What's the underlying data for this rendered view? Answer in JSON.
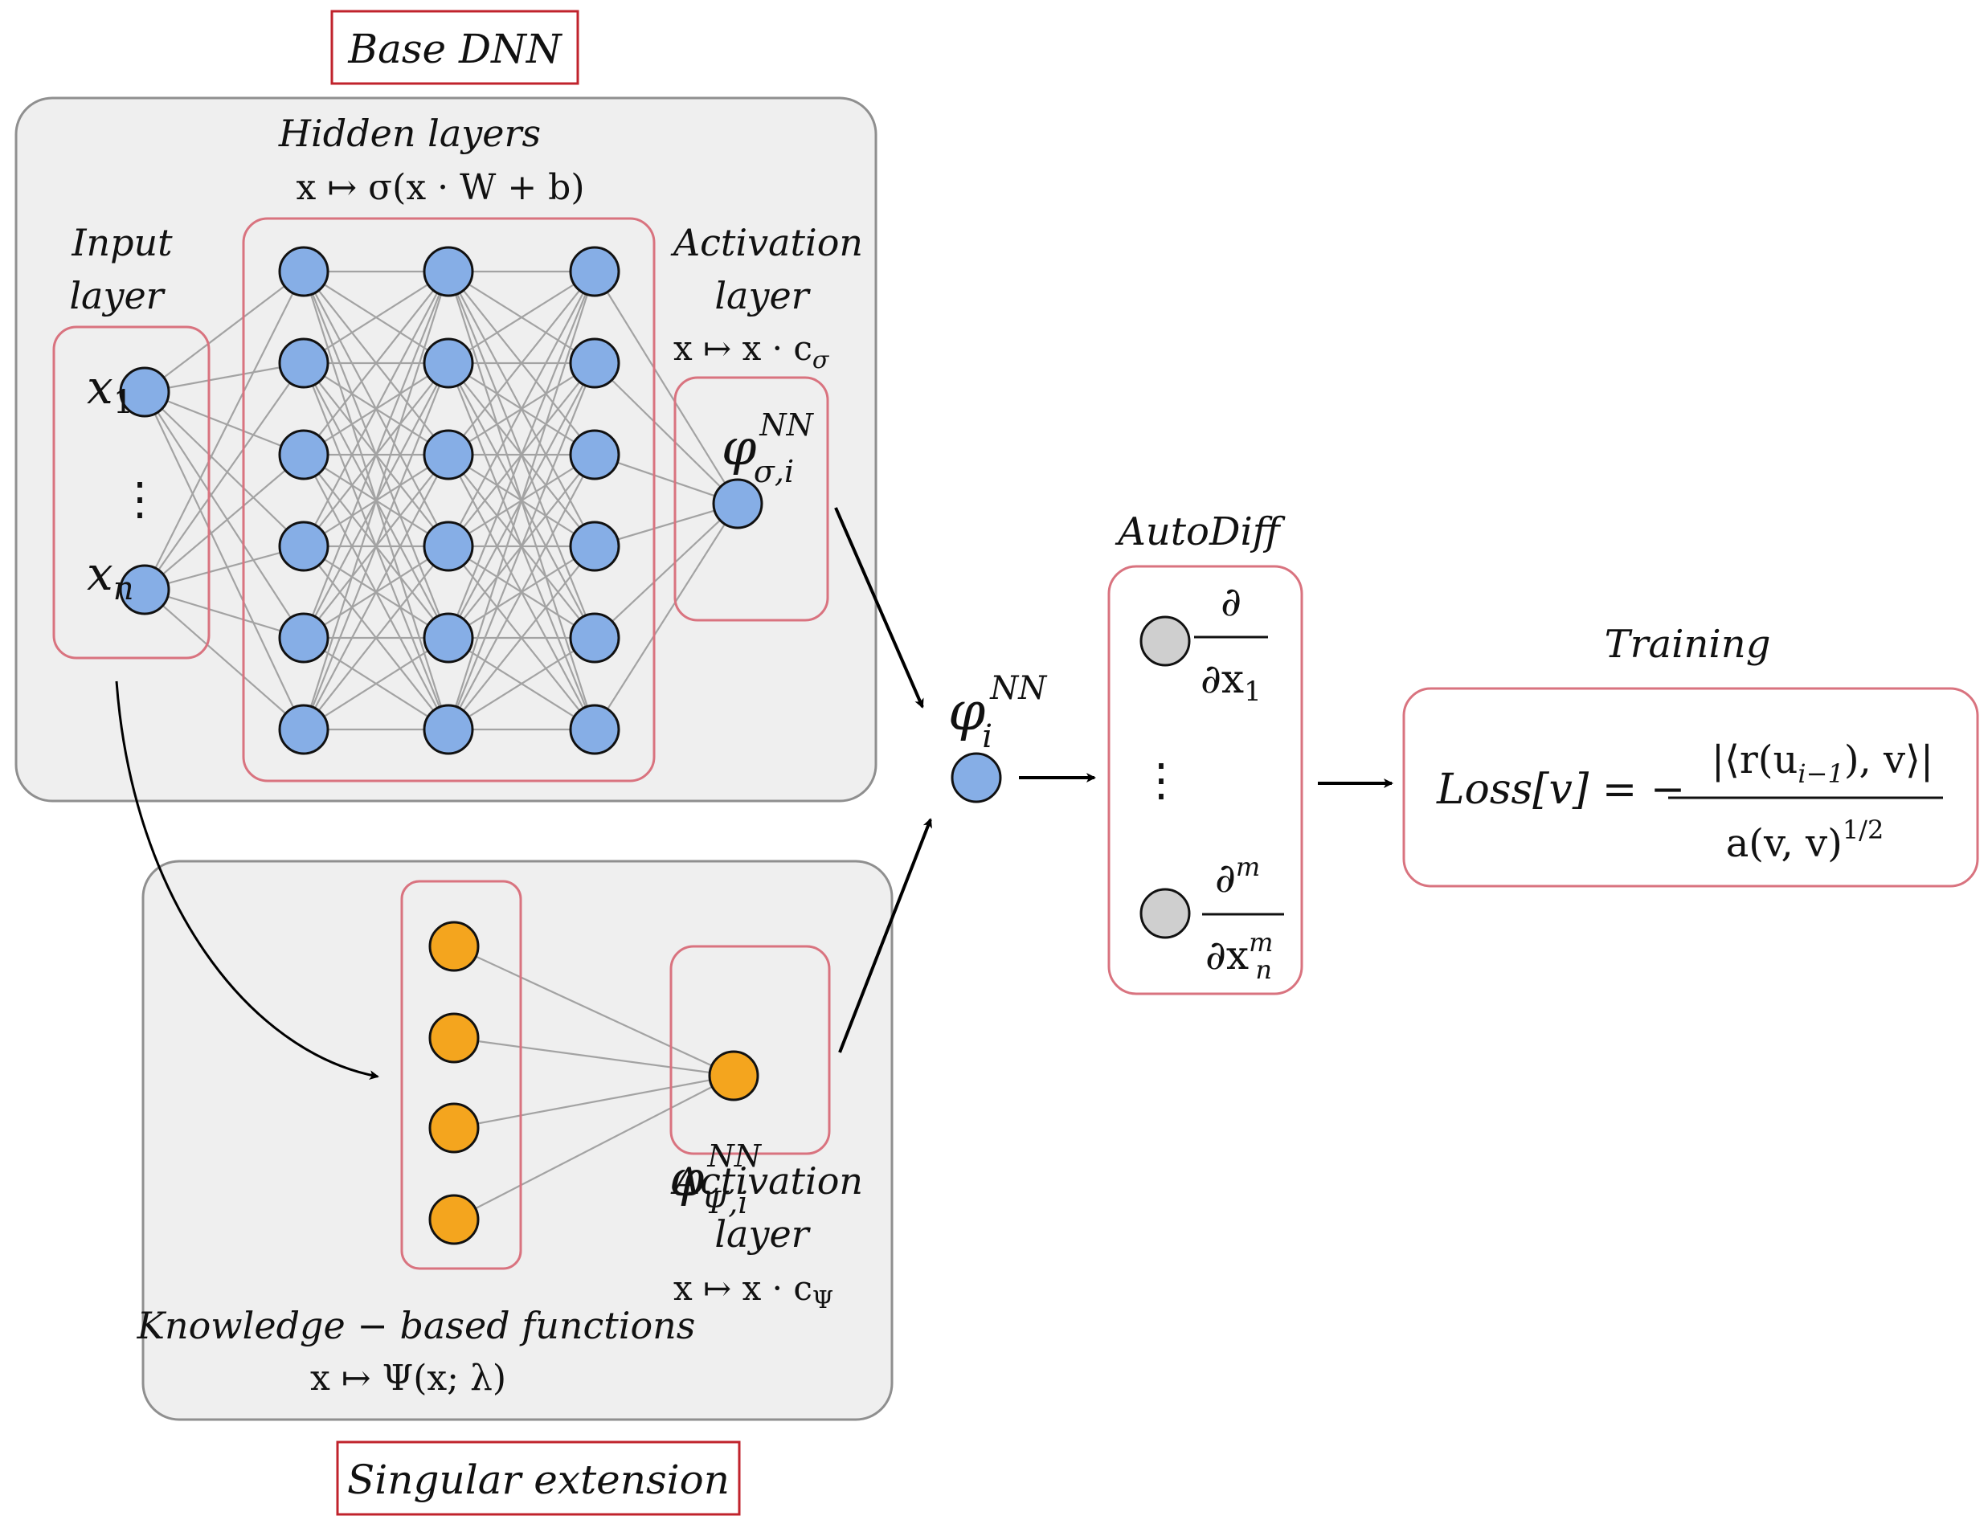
{
  "colors": {
    "panel_fill": "#efefef",
    "panel_stroke": "#8f8f8f",
    "group_stroke": "#d9737f",
    "title_box_stroke": "#c0232c",
    "blue_node": "#86aee6",
    "orange_node": "#f4a51e",
    "gray_node": "#cfcfcf",
    "edge": "#a3a3a3"
  },
  "titles": {
    "base_dnn": "Base DNN",
    "singular_extension": "Singular extension"
  },
  "base": {
    "input_label_1": "Input",
    "input_label_2": "layer",
    "input_x1": "x",
    "input_x1_sub": "1",
    "input_xn": "x",
    "input_xn_sub": "n",
    "input_vdots": "⋮",
    "hidden_label": "Hidden layers",
    "hidden_formula": "x ↦ σ(x · W + b)",
    "activation_label_1": "Activation",
    "activation_label_2": "layer",
    "activation_formula": "x ↦ x · c",
    "activation_formula_sub": "σ",
    "activation_node_sym": "φ",
    "activation_node_sup": "NN",
    "activation_node_sub": "σ,i"
  },
  "singular": {
    "kb_label": "Knowledge − based functions",
    "kb_formula": "x ↦ Ψ(x; λ)",
    "activation_label_1": "Activation",
    "activation_label_2": "layer",
    "activation_formula": "x ↦ x · c",
    "activation_formula_sub": "Ψ",
    "activation_node_sym": "φ",
    "activation_node_sup": "NN",
    "activation_node_sub": "Ψ,i"
  },
  "phi": {
    "sym": "φ",
    "sup": "NN",
    "sub": "i"
  },
  "autodiff": {
    "label": "AutoDiff",
    "d1_num": "∂",
    "d1_den": "∂x",
    "d1_den_sub": "1",
    "vdots": "⋮",
    "dm_num": "∂",
    "dm_num_sup": "m",
    "dm_den": "∂x",
    "dm_den_sup": "m",
    "dm_den_sub": "n"
  },
  "training": {
    "label": "Training",
    "lhs": "Loss[v] =  −",
    "num": "|⟨r(u",
    "num_sub": "i−1",
    "num_tail": "), v⟩|",
    "den": "a(v, v)",
    "den_sup": "1/2"
  }
}
